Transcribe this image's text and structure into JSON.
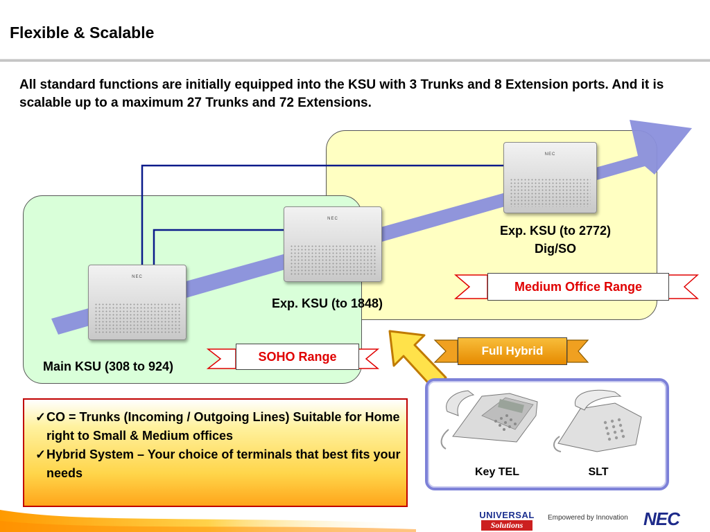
{
  "title": "Flexible & Scalable",
  "intro": "All standard functions are initially equipped into the KSU with 3 Trunks and 8 Extension ports. And it is scalable up to a maximum 27 Trunks and 72 Extensions.",
  "units": {
    "main": "Main KSU (308 to 924)",
    "exp1": "Exp. KSU (to 1848)",
    "exp2_line1": "Exp. KSU (to 2772)",
    "exp2_line2": "Dig/SO",
    "logo_text": "NEC"
  },
  "ranges": {
    "soho": "SOHO Range",
    "medium": "Medium Office Range",
    "hybrid": "Full Hybrid"
  },
  "bullets": [
    {
      "check": "✓",
      "text": "CO = Trunks (Incoming / Outgoing Lines) Suitable for Home right to Small & Medium offices"
    },
    {
      "check": "✓",
      "text": "Hybrid System – Your choice of terminals that best fits your needs"
    }
  ],
  "terminals": {
    "key_tel": "Key TEL",
    "slt": "SLT"
  },
  "footer": {
    "brand_top": "UNIVERSAL",
    "brand_bottom": "Solutions",
    "tagline": "Empowered by Innovation",
    "nec": "NEC"
  },
  "colors": {
    "medium_zone": "#ffffc2",
    "soho_zone": "#d9ffd9",
    "arrow": "#8a8fdc",
    "connector_line": "#0a1a8a",
    "ribbon_text": "#e00000",
    "hybrid_ribbon": "#f0a020"
  }
}
